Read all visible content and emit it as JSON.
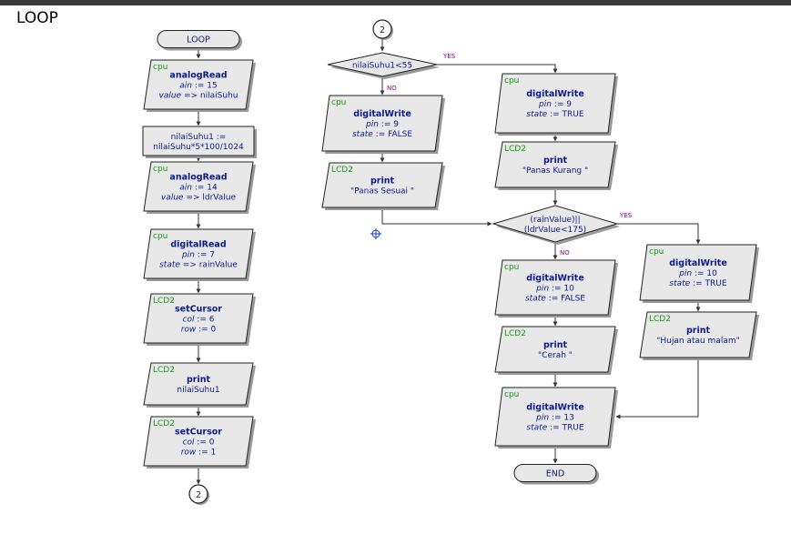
{
  "title": "LOOP",
  "terminals": {
    "start": "LOOP",
    "end": "END"
  },
  "connectors": {
    "top": "2",
    "bottom": "2"
  },
  "left_column": [
    {
      "tag": "cpu",
      "func": "analogRead",
      "lines": [
        {
          "p": "ain",
          "op": " := 15"
        },
        {
          "p": "value",
          "op": " => nilaiSuhu"
        }
      ]
    },
    {
      "kind": "assign",
      "lines": [
        "nilaiSuhu1 :=",
        "nilaiSuhu*5*100/1024"
      ]
    },
    {
      "tag": "cpu",
      "func": "analogRead",
      "lines": [
        {
          "p": "ain",
          "op": " := 14"
        },
        {
          "p": "value",
          "op": " => ldrValue"
        }
      ]
    },
    {
      "tag": "cpu",
      "func": "digitalRead",
      "lines": [
        {
          "p": "pin",
          "op": " := 7"
        },
        {
          "p": "state",
          "op": " => rainValue"
        }
      ]
    },
    {
      "tag": "LCD2",
      "func": "setCursor",
      "lines": [
        {
          "p": "col",
          "op": " := 6"
        },
        {
          "p": "row",
          "op": " := 0"
        }
      ]
    },
    {
      "tag": "LCD2",
      "func": "print",
      "lines": [
        {
          "p": "",
          "op": "nilaiSuhu1"
        }
      ]
    },
    {
      "tag": "LCD2",
      "func": "setCursor",
      "lines": [
        {
          "p": "col",
          "op": " := 0"
        },
        {
          "p": "row",
          "op": " := 1"
        }
      ]
    }
  ],
  "decision1": {
    "text": "nilaiSuhu1<55",
    "yes": "YES",
    "no": "NO"
  },
  "no_branch1": [
    {
      "tag": "cpu",
      "func": "digitalWrite",
      "lines": [
        {
          "p": "pin",
          "op": " := 9"
        },
        {
          "p": "state",
          "op": " := FALSE"
        }
      ]
    },
    {
      "tag": "LCD2",
      "func": "print",
      "lines": [
        {
          "p": "",
          "op": "\"Panas Sesuai \""
        }
      ]
    }
  ],
  "yes_branch1": [
    {
      "tag": "cpu",
      "func": "digitalWrite",
      "lines": [
        {
          "p": "pin",
          "op": " := 9"
        },
        {
          "p": "state",
          "op": " := TRUE"
        }
      ]
    },
    {
      "tag": "LCD2",
      "func": "print",
      "lines": [
        {
          "p": "",
          "op": "\"Panas Kurang \""
        }
      ]
    }
  ],
  "decision2": {
    "lines": [
      "(rainValue)||",
      "(ldrValue<175)"
    ],
    "yes": "YES",
    "no": "NO"
  },
  "no_branch2": [
    {
      "tag": "cpu",
      "func": "digitalWrite",
      "lines": [
        {
          "p": "pin",
          "op": " := 10"
        },
        {
          "p": "state",
          "op": " := FALSE"
        }
      ]
    },
    {
      "tag": "LCD2",
      "func": "print",
      "lines": [
        {
          "p": "",
          "op": "\"Cerah \""
        }
      ]
    },
    {
      "tag": "cpu",
      "func": "digitalWrite",
      "lines": [
        {
          "p": "pin",
          "op": " := 13"
        },
        {
          "p": "state",
          "op": " := TRUE"
        }
      ]
    }
  ],
  "yes_branch2": [
    {
      "tag": "cpu",
      "func": "digitalWrite",
      "lines": [
        {
          "p": "pin",
          "op": " := 10"
        },
        {
          "p": "state",
          "op": " := TRUE"
        }
      ]
    },
    {
      "tag": "LCD2",
      "func": "print",
      "lines": [
        {
          "p": "",
          "op": "\"Hujan atau malam\""
        }
      ]
    }
  ],
  "colors": {
    "box_fill": "#e8e8e8",
    "tag": "#1a9a1a",
    "text": "#0a1a8c",
    "branch_label": "#880088"
  }
}
